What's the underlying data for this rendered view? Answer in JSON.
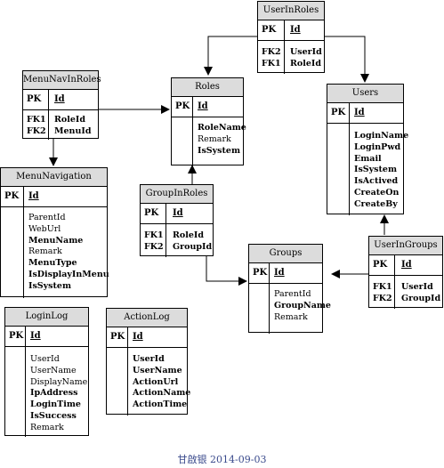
{
  "entities": [
    {
      "id": "userinroles",
      "title": "UserInRoles",
      "pk": "Id",
      "fk": [
        "FK2",
        "FK1"
      ],
      "rows": [
        {
          "t": "UserId",
          "b": true
        },
        {
          "t": "RoleId",
          "b": true
        }
      ]
    },
    {
      "id": "menunavinroles",
      "title": "MenuNavInRoles",
      "pk": "Id",
      "fk": [
        "FK1",
        "FK2"
      ],
      "rows": [
        {
          "t": "RoleId",
          "b": true
        },
        {
          "t": "MenuId",
          "b": true
        }
      ]
    },
    {
      "id": "roles",
      "title": "Roles",
      "pk": "Id",
      "fk": [],
      "rows": [
        {
          "t": "RoleName",
          "b": true
        },
        {
          "t": "Remark",
          "b": false
        },
        {
          "t": "IsSystem",
          "b": true
        }
      ]
    },
    {
      "id": "users",
      "title": "Users",
      "pk": "Id",
      "fk": [],
      "rows": [
        {
          "t": "LoginName",
          "b": true
        },
        {
          "t": "LoginPwd",
          "b": true
        },
        {
          "t": "Email",
          "b": true
        },
        {
          "t": "IsSystem",
          "b": true
        },
        {
          "t": "IsActived",
          "b": true
        },
        {
          "t": "CreateOn",
          "b": true
        },
        {
          "t": "CreateBy",
          "b": true
        }
      ]
    },
    {
      "id": "menunavigation",
      "title": "MenuNavigation",
      "pk": "Id",
      "fk": [],
      "rows": [
        {
          "t": "ParentId",
          "b": false
        },
        {
          "t": "WebUrl",
          "b": false
        },
        {
          "t": "MenuName",
          "b": true
        },
        {
          "t": "Remark",
          "b": false
        },
        {
          "t": "MenuType",
          "b": true
        },
        {
          "t": "IsDisplayInMenu",
          "b": true
        },
        {
          "t": "IsSystem",
          "b": true
        }
      ]
    },
    {
      "id": "groupinroles",
      "title": "GroupInRoles",
      "pk": "Id",
      "fk": [
        "FK1",
        "FK2"
      ],
      "rows": [
        {
          "t": "RoleId",
          "b": true
        },
        {
          "t": "GroupId",
          "b": true
        }
      ]
    },
    {
      "id": "groups",
      "title": "Groups",
      "pk": "Id",
      "fk": [],
      "rows": [
        {
          "t": "ParentId",
          "b": false
        },
        {
          "t": "GroupName",
          "b": true
        },
        {
          "t": "Remark",
          "b": false
        }
      ]
    },
    {
      "id": "useringroups",
      "title": "UserInGroups",
      "pk": "Id",
      "fk": [
        "FK1",
        "FK2"
      ],
      "rows": [
        {
          "t": "UserId",
          "b": true
        },
        {
          "t": "GroupId",
          "b": true
        }
      ]
    },
    {
      "id": "loginlog",
      "title": "LoginLog",
      "pk": "Id",
      "fk": [],
      "rows": [
        {
          "t": "UserId",
          "b": false
        },
        {
          "t": "UserName",
          "b": false
        },
        {
          "t": "DisplayName",
          "b": false
        },
        {
          "t": "IpAddress",
          "b": true
        },
        {
          "t": "LoginTime",
          "b": true
        },
        {
          "t": "IsSuccess",
          "b": true
        },
        {
          "t": "Remark",
          "b": false
        }
      ]
    },
    {
      "id": "actionlog",
      "title": "ActionLog",
      "pk": "Id",
      "fk": [],
      "rows": [
        {
          "t": "UserId",
          "b": true
        },
        {
          "t": "UserName",
          "b": true
        },
        {
          "t": "ActionUrl",
          "b": true
        },
        {
          "t": "ActionName",
          "b": true
        },
        {
          "t": "ActionTime",
          "b": true
        }
      ]
    }
  ],
  "pk_label": "PK",
  "credit": "甘啟银 2014-09-03"
}
